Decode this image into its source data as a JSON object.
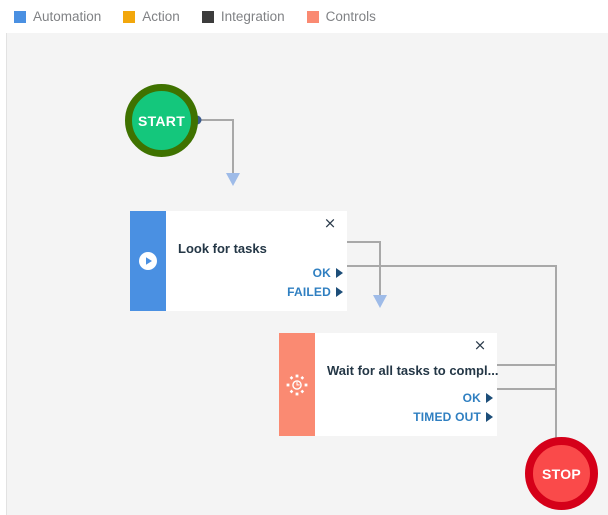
{
  "legend": {
    "items": [
      {
        "label": "Automation",
        "color": "#4a90e2",
        "icon": "square-swatch-icon"
      },
      {
        "label": "Action",
        "color": "#f2a70c",
        "icon": "square-swatch-icon"
      },
      {
        "label": "Integration",
        "color": "#3c3c3c",
        "icon": "square-swatch-icon"
      },
      {
        "label": "Controls",
        "color": "#fa8a72",
        "icon": "square-swatch-icon"
      }
    ]
  },
  "canvas": {
    "background": "#f4f4f4",
    "edge_color": "#a8a8a8",
    "arrow_color": "#9ebbe8",
    "port_dot_color": "#3a5a8c"
  },
  "nodes": {
    "start": {
      "label": "START",
      "fill": "#14c77c",
      "border": "#3f7200",
      "type": "terminal"
    },
    "stop": {
      "label": "STOP",
      "fill": "#fa4a4a",
      "border": "#d50019",
      "type": "terminal"
    },
    "look_for_tasks": {
      "title": "Look for tasks",
      "category": "Automation",
      "bar_color": "#4a90e2",
      "icon": "play-circle-icon",
      "close_label": "×",
      "ports": [
        {
          "label": "OK"
        },
        {
          "label": "FAILED"
        }
      ]
    },
    "wait_for_tasks": {
      "title": "Wait for all tasks to compl...",
      "category": "Controls",
      "bar_color": "#fa8a72",
      "icon": "spinner-icon",
      "close_label": "×",
      "ports": [
        {
          "label": "OK"
        },
        {
          "label": "TIMED OUT"
        }
      ]
    }
  }
}
